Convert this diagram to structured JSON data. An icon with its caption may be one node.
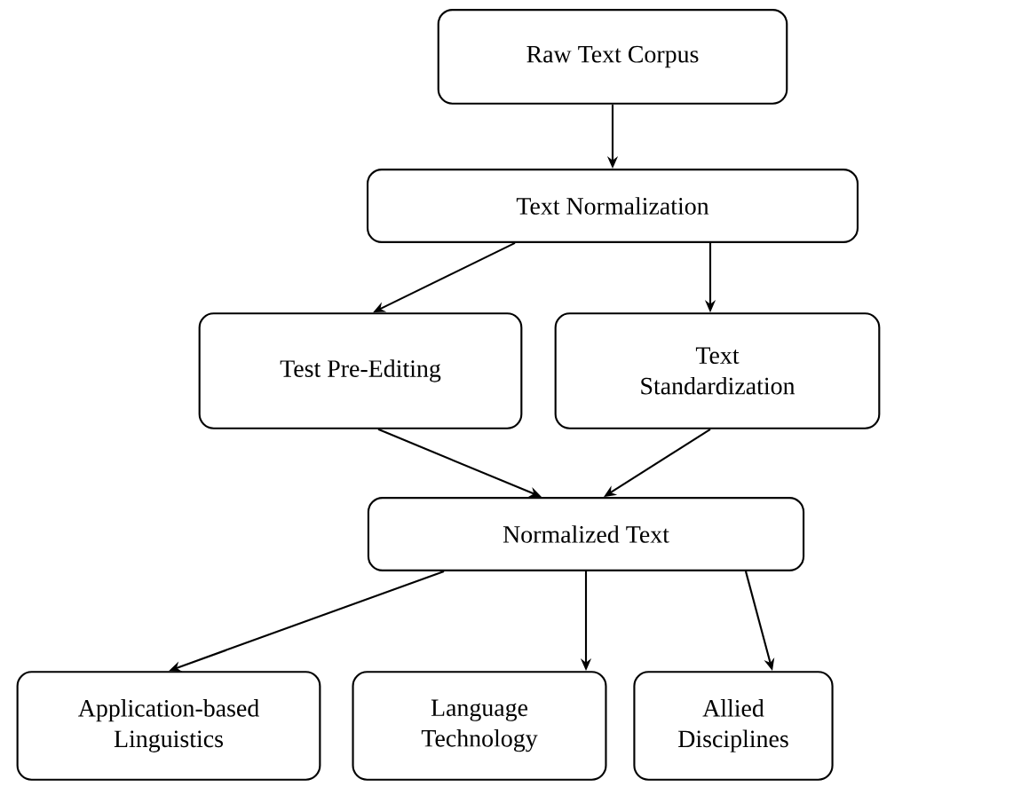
{
  "diagram": {
    "nodes": [
      {
        "text": [
          "Raw Text Corpus"
        ]
      },
      {
        "text": [
          "Text Normalization"
        ]
      },
      {
        "text": [
          "Test Pre-Editing"
        ]
      },
      {
        "text": [
          "Text Standardization"
        ]
      },
      {
        "text": [
          "Normalized Text"
        ]
      },
      {
        "text": [
          "Application-based Linguistics"
        ]
      },
      {
        "text": [
          "Language Technology"
        ]
      },
      {
        "text": [
          "Allied Disciplines"
        ]
      }
    ],
    "edges": [
      {
        "from": 0,
        "to": 1,
        "arrow": "to"
      },
      {
        "from": 1,
        "to": 2,
        "arrow": "to"
      },
      {
        "from": 1,
        "to": 3,
        "arrow": "to"
      },
      {
        "from": 2,
        "to": 4,
        "arrow": "to"
      },
      {
        "from": 3,
        "to": 4,
        "arrow": "to"
      },
      {
        "from": 4,
        "to": 5,
        "arrow": "to"
      },
      {
        "from": 4,
        "to": 6,
        "arrow": "to"
      },
      {
        "from": 4,
        "to": 7,
        "arrow": "to"
      }
    ]
  }
}
